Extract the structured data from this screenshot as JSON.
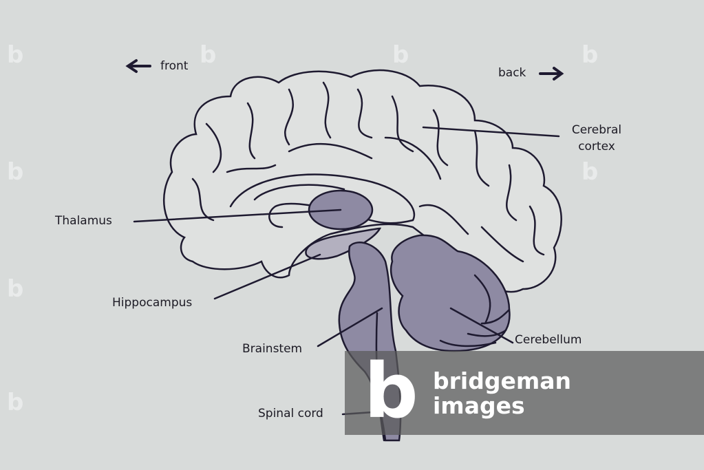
{
  "directions": {
    "front": "front",
    "back": "back"
  },
  "labels": {
    "cerebral_cortex": "Cerebral cortex",
    "thalamus": "Thalamus",
    "hippocampus": "Hippocampus",
    "brainstem": "Brainstem",
    "cerebellum": "Cerebellum",
    "spinal_cord": "Spinal cord"
  },
  "watermark": {
    "line1": "bridgeman",
    "line2": "images",
    "logo": "b"
  },
  "colors": {
    "background": "#d8dbda",
    "structure_fill": "#8e8aa3",
    "outline": "#1e1a30"
  }
}
